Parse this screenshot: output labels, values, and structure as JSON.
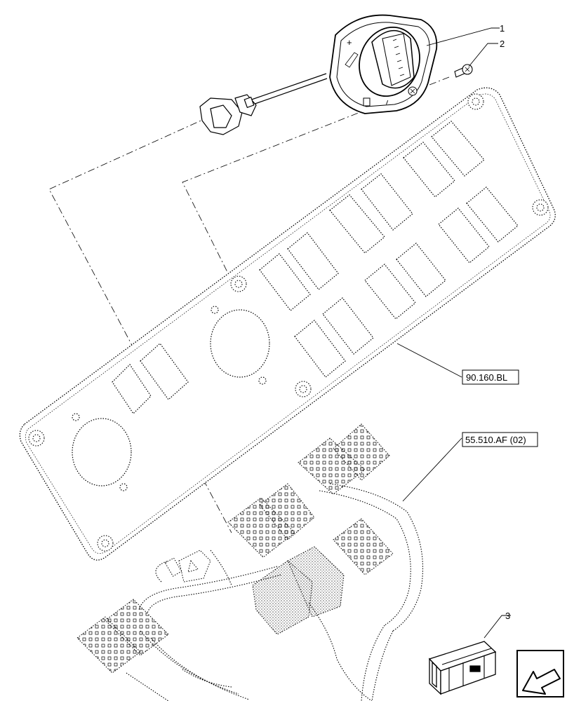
{
  "diagram": {
    "callouts": [
      {
        "id": "callout-1",
        "label": "1"
      },
      {
        "id": "callout-2",
        "label": "2"
      },
      {
        "id": "callout-3",
        "label": "3"
      }
    ],
    "references": [
      {
        "id": "ref-panel",
        "label": "90.160.BL"
      },
      {
        "id": "ref-harness",
        "label": "55.510.AF (02)"
      }
    ],
    "knob_symbols": {
      "plus": "+",
      "minus": "−"
    },
    "nav_icon": "arrow-down-left-icon"
  }
}
